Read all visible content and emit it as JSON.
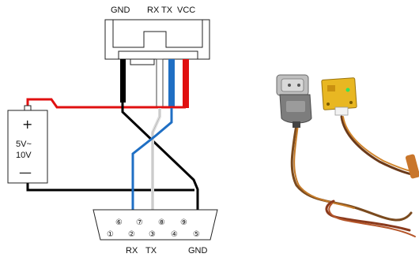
{
  "header_labels": {
    "gnd": "GND",
    "rx": "RX",
    "tx": "TX",
    "vcc": "VCC"
  },
  "battery": {
    "plus": "+",
    "volt_line1": "5V~",
    "volt_line2": "10V",
    "minus": "—"
  },
  "db9": {
    "top_pins": [
      "⑥",
      "⑦",
      "⑧",
      "⑨"
    ],
    "bottom_pins": [
      "①",
      "②",
      "③",
      "④",
      "⑤"
    ]
  },
  "bottom_labels": {
    "rx": "RX",
    "tx": "TX",
    "gnd": "GND"
  },
  "wire_colors": {
    "gnd": "#000000",
    "rx": "#1f6fc4",
    "tx": "#dcdcdc",
    "vcc": "#e01010"
  },
  "photo": {
    "connector": "serial-db9-connector",
    "board": "yellow-adapter-board",
    "cable": "multicolor-cable"
  }
}
